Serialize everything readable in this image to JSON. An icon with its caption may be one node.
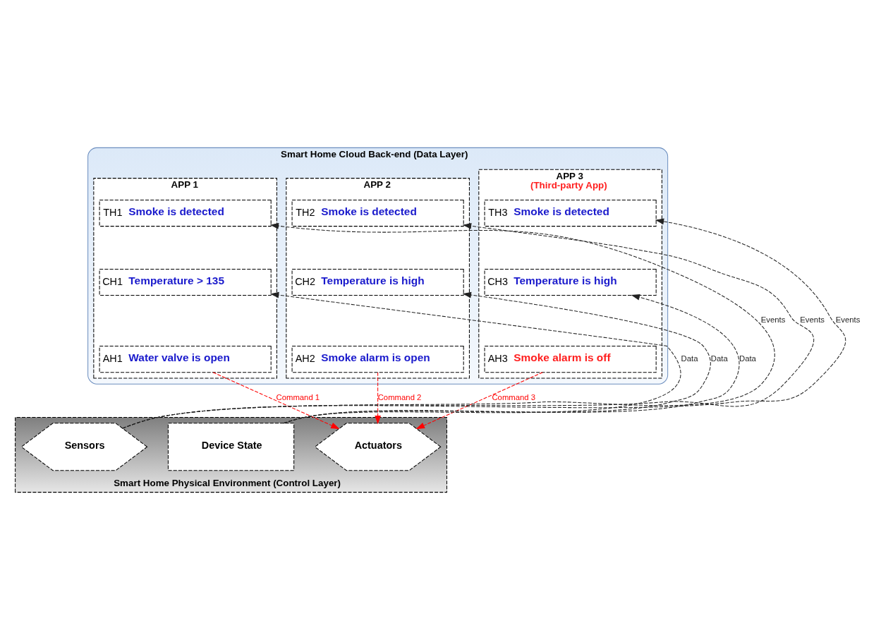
{
  "diagram": {
    "nodes": [
      {
        "text": [
          "Smart Home Cloud Back-end (Data Layer)"
        ]
      },
      {
        "text": [
          "APP 1"
        ],
        "in": 0
      },
      {
        "text": [
          "TH1",
          "Smoke is detected"
        ],
        "in": 1
      },
      {
        "text": [
          "CH1",
          "Temperature > 135"
        ],
        "in": 1
      },
      {
        "text": [
          "AH1",
          "Water valve is open"
        ],
        "in": 1
      },
      {
        "text": [
          "APP 2"
        ],
        "in": 0
      },
      {
        "text": [
          "TH2",
          "Smoke is detected"
        ],
        "in": 5
      },
      {
        "text": [
          "CH2",
          "Temperature is high"
        ],
        "in": 5
      },
      {
        "text": [
          "AH2",
          "Smoke alarm is open"
        ],
        "in": 5
      },
      {
        "text": [
          "APP 3",
          "(Third-party App)"
        ],
        "in": 0
      },
      {
        "text": [
          "TH3",
          "Smoke is detected"
        ],
        "in": 9
      },
      {
        "text": [
          "CH3",
          "Temperature is high"
        ],
        "in": 9
      },
      {
        "text": [
          "AH3",
          "Smoke alarm is off"
        ],
        "in": 9
      },
      {
        "text": [
          "Smart Home Physical Environment (Control Layer)"
        ]
      },
      {
        "text": [
          "Actuators"
        ],
        "in": 13
      },
      {
        "text": [
          "Device State"
        ],
        "in": 13
      },
      {
        "text": [
          "Sensors"
        ],
        "in": 13
      }
    ],
    "edges": [
      {
        "from": 15,
        "to": 3,
        "arrow": "to",
        "label": "Data",
        "style": "dashed"
      },
      {
        "from": 15,
        "to": 7,
        "arrow": "to",
        "label": "Data",
        "style": "dashed"
      },
      {
        "from": 16,
        "to": 2,
        "arrow": "to",
        "label": "Events",
        "style": "dashed"
      },
      {
        "from": 15,
        "to": 11,
        "arrow": "to",
        "label": "Data",
        "style": "dashed"
      },
      {
        "from": 16,
        "to": 6,
        "arrow": "to",
        "label": "Events",
        "style": "dashed"
      },
      {
        "from": 16,
        "to": 10,
        "arrow": "to",
        "label": "Events",
        "style": "dashed"
      },
      {
        "from": 4,
        "to": 14,
        "arrow": "to",
        "label": "Command 1",
        "style": "dashed",
        "color": "#ff0000"
      },
      {
        "from": 8,
        "to": 14,
        "arrow": "to",
        "label": "Command 2",
        "style": "dashed",
        "color": "#ff0000"
      },
      {
        "from": 12,
        "to": 14,
        "arrow": "to",
        "label": "Command 3",
        "style": "dashed",
        "color": "#ff0000"
      }
    ]
  }
}
